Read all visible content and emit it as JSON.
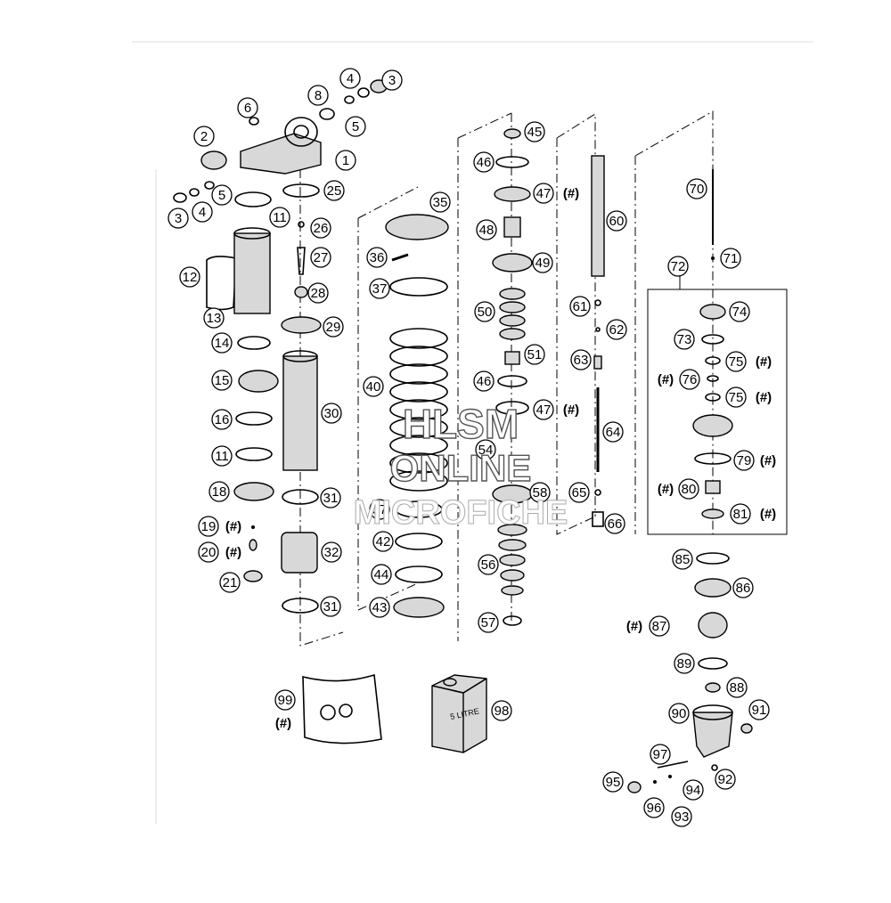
{
  "watermark": {
    "line1": "HLSM",
    "line2": "ONLINE",
    "line3": "MICROFICHE"
  },
  "can_label": "5 LITRE",
  "optional_marker": "(#)",
  "callouts": [
    "1",
    "2",
    "3",
    "4",
    "5",
    "6",
    "8",
    "11",
    "12",
    "13",
    "14",
    "15",
    "16",
    "18",
    "19",
    "20",
    "21",
    "25",
    "26",
    "27",
    "28",
    "29",
    "30",
    "31",
    "32",
    "35",
    "36",
    "37",
    "40",
    "42",
    "43",
    "44",
    "45",
    "46",
    "47",
    "48",
    "49",
    "50",
    "51",
    "54",
    "56",
    "57",
    "58",
    "60",
    "61",
    "62",
    "63",
    "64",
    "65",
    "66",
    "70",
    "71",
    "72",
    "73",
    "74",
    "75",
    "76",
    "79",
    "80",
    "81",
    "85",
    "86",
    "87",
    "88",
    "89",
    "90",
    "91",
    "92",
    "93",
    "94",
    "95",
    "96",
    "97",
    "98",
    "99"
  ]
}
